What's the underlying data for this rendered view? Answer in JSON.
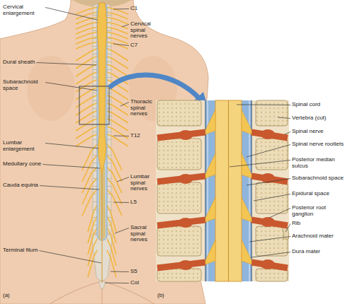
{
  "diagram": {
    "labels": [
      "Cervical enlargement",
      "C1",
      "Cervical spinal nerves",
      "C7",
      "Dural sheath",
      "Subarachnoid space",
      "Thoracic spinal nerves",
      "Lumbar enlargement",
      "T12",
      "Medullary cone",
      "Cauda equina",
      "Lumbar spinal nerves",
      "L5",
      "Terminal filum",
      "Sacral spinal nerves",
      "S5",
      "Col",
      "(a)",
      "Spinal cord",
      "Vertebra (cut)",
      "Spinal nerve",
      "Spinal nerve rootlets",
      "Posterior median sulcus",
      "Subarachnoid space",
      "Epidural space",
      "Posterior root ganglion",
      "Rib",
      "Arachnoid mater",
      "Dura mater",
      "(b)"
    ]
  }
}
